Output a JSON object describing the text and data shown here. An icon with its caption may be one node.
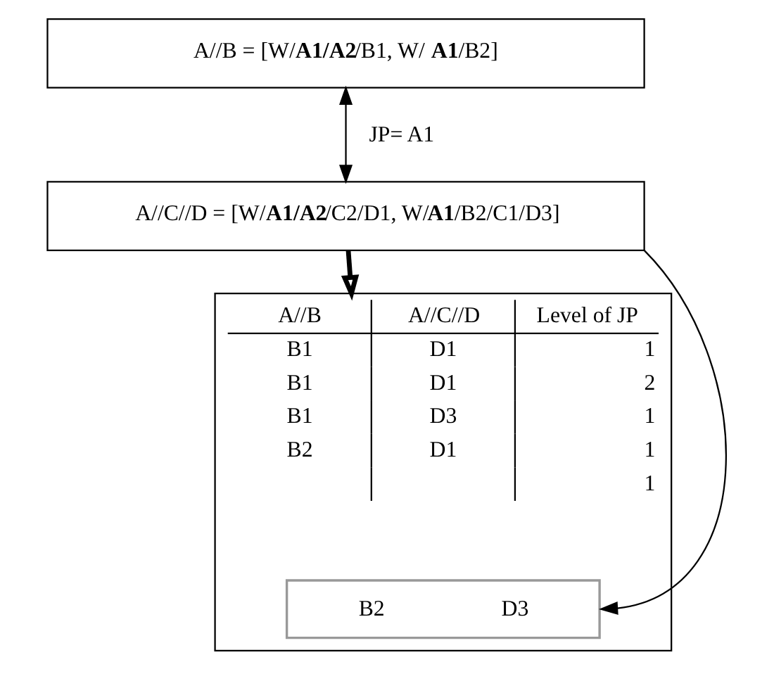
{
  "diagram": {
    "nodes": [
      {
        "text": [
          "A//B = [W/**A1/A2**/B1, W/ **A1**/B2]"
        ]
      },
      {
        "text": [
          "A//C//D = [W/**A1/A2**/C2/D1, W/**A1**/B2/C1/D3]"
        ]
      },
      {
        "text": [
          "A//B",
          "A//C//D",
          "Level of JP",
          "B1",
          "D1",
          "1",
          "B1",
          "D1",
          "2",
          "B1",
          "D3",
          "1",
          "B2",
          "D1",
          "1",
          "1"
        ]
      },
      {
        "text": [
          "B2",
          "D3"
        ],
        "in": 2
      }
    ],
    "edges": [
      {
        "from": 0,
        "to": 1,
        "arrow": "both",
        "label": "JP= A1"
      },
      {
        "from": 1,
        "to": 2,
        "arrow": "to",
        "style": "thick"
      },
      {
        "from": 1,
        "to": 3,
        "arrow": "to"
      }
    ]
  }
}
